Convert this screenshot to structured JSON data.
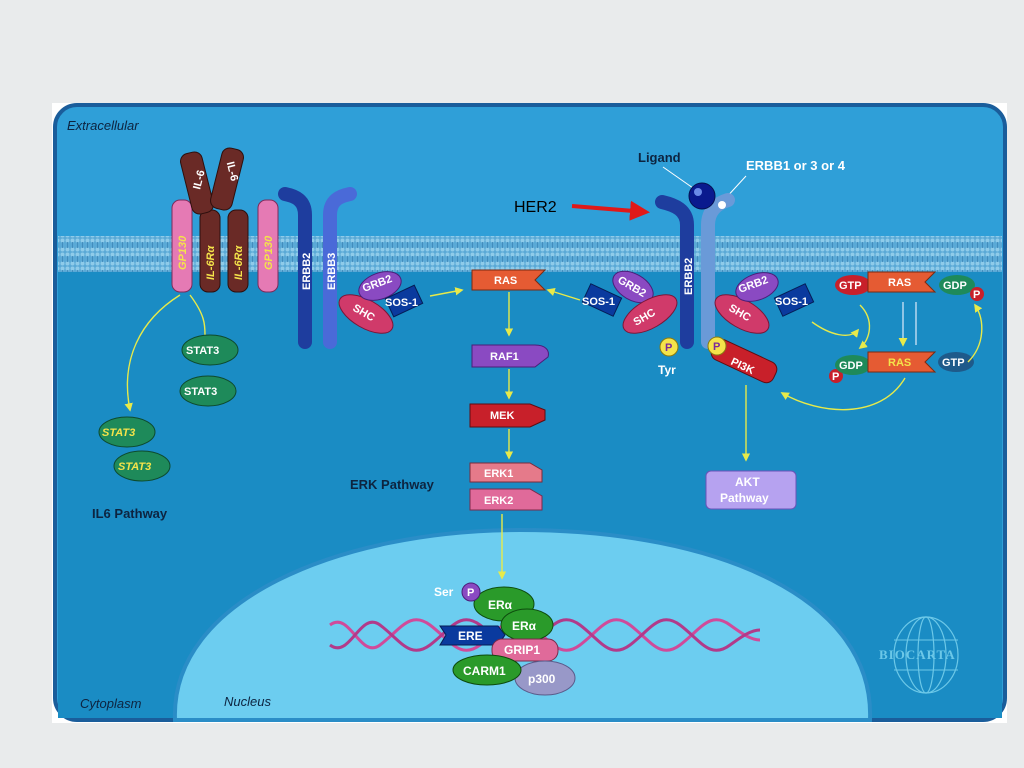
{
  "labels": {
    "extracellular": "Extracellular",
    "cytoplasm": "Cytoplasm",
    "nucleus": "Nucleus",
    "ligand": "Ligand",
    "erbb_partner": "ERBB1 or 3 or 4",
    "her2": "HER2",
    "il6_pathway": "IL6 Pathway",
    "erk_pathway": "ERK Pathway",
    "akt_pathway_1": "AKT",
    "akt_pathway_2": "Pathway",
    "tyr": "Tyr",
    "ser": "Ser",
    "biocarta": "BIOCARTA"
  },
  "receptors": {
    "il6_a": "IL-6",
    "il6_b": "IL-6",
    "gp130": "GP130",
    "il6ra": "IL-6Rα",
    "erbb2": "ERBB2",
    "erbb3": "ERBB3"
  },
  "proteins": {
    "grb2": "GRB2",
    "sos1": "SOS-1",
    "shc": "SHC",
    "ras": "RAS",
    "raf1": "RAF1",
    "mek": "MEK",
    "erk1": "ERK1",
    "erk2": "ERK2",
    "stat3": "STAT3",
    "pi3k": "PI3K",
    "p": "P",
    "gtp": "GTP",
    "gdp": "GDP",
    "era": "ERα",
    "ere": "ERE",
    "grip1": "GRIP1",
    "carm1": "CARM1",
    "p300": "p300"
  },
  "colors": {
    "membrane": "#5aa9d6",
    "cytoplasm": "#1f90c8",
    "nucleus": "#6ccdf0",
    "arrow": "#e7ea4a",
    "her2_arrow": "#e01919"
  }
}
